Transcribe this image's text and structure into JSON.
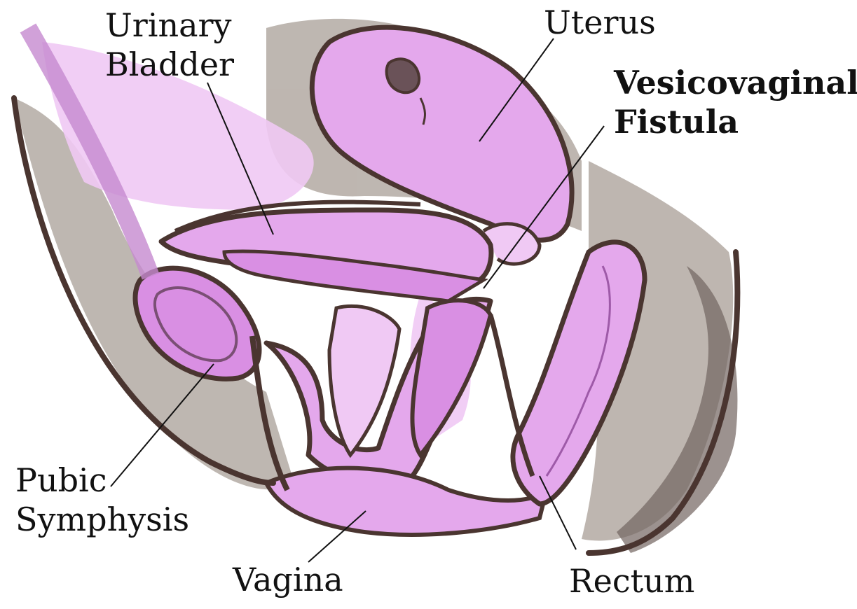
{
  "labels": {
    "urinary_bladder": [
      "Urinary",
      "Bladder"
    ],
    "uterus": "Uterus",
    "vesicovaginal_fistula": [
      "Vesicovaginal",
      "Fistula"
    ],
    "pubic_symphysis": [
      "Pubic",
      "Symphysis"
    ],
    "vagina": "Vagina",
    "rectum": "Rectum"
  },
  "colors": {
    "tissue": "#e4a8ec",
    "tissue_light": "#f0c9f4",
    "shadow": "#b3aaa3",
    "outline": "#4a3530",
    "leader": "#111111"
  }
}
